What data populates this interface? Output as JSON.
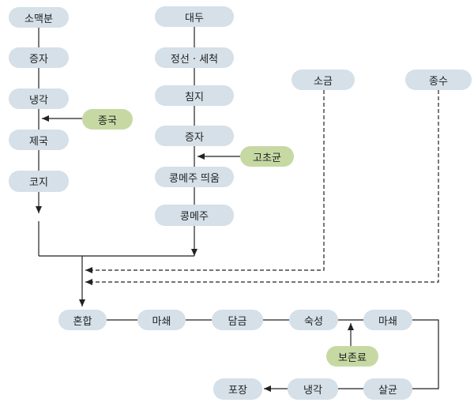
{
  "wheat_column": {
    "flour": "소맥분",
    "steam": "증자",
    "cool": "냉각",
    "koji_make": "제국",
    "koji": "코지"
  },
  "soy_column": {
    "soybean": "대두",
    "select_wash": "정선 · 세척",
    "soak": "침지",
    "steam": "증자",
    "meju_ferment": "콩메주 띄움",
    "meju": "콩메주"
  },
  "inputs": {
    "starter": "종국",
    "bacillus": "고초균",
    "salt": "소금",
    "seed_brine": "종수",
    "preservative": "보존료"
  },
  "process_row": {
    "mix": "혼합",
    "grind1": "마쇄",
    "brew": "담금",
    "age": "숙성",
    "grind2": "마쇄",
    "sterilize": "살균",
    "cool": "냉각",
    "package": "포장"
  },
  "colors": {
    "step_fill": "#d5e0e8",
    "input_fill": "#c6d9a3",
    "line": "#222222"
  }
}
